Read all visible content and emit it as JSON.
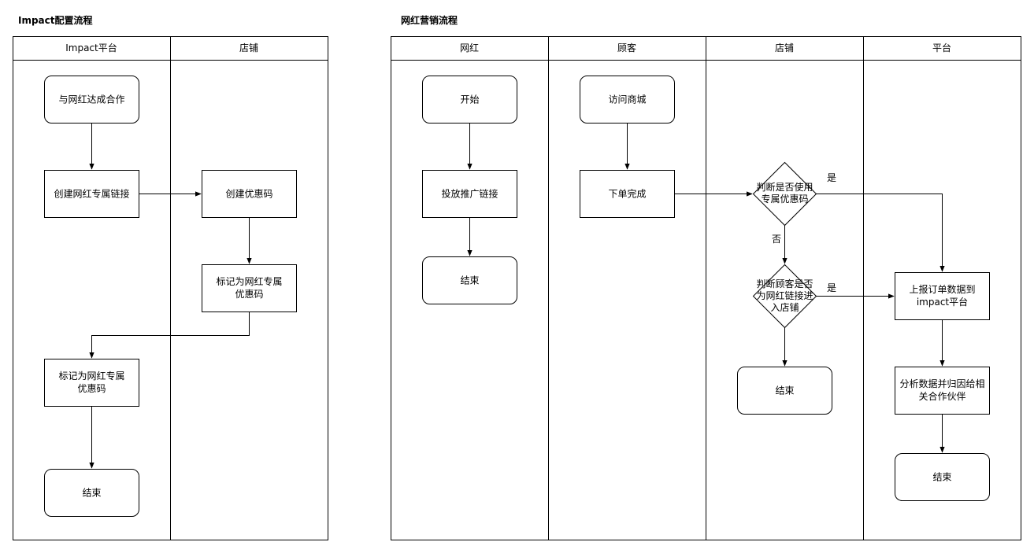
{
  "diagrams": [
    {
      "title": "Impact配置流程",
      "lanes": [
        "Impact平台",
        "店铺"
      ],
      "nodes": {
        "reach_agreement": [
          "与网红达成合作"
        ],
        "create_link": [
          "创建网红专属链接"
        ],
        "create_coupon": [
          "创建优惠码"
        ],
        "mark_coupon_store": [
          "标记为网红专属",
          "优惠码"
        ],
        "mark_coupon_platform": [
          "标记为网红专属",
          "优惠码"
        ],
        "end": [
          "结束"
        ]
      }
    },
    {
      "title": "网红营销流程",
      "lanes": [
        "网红",
        "顾客",
        "店铺",
        "平台"
      ],
      "nodes": {
        "start": [
          "开始"
        ],
        "post_link": [
          "投放推广链接"
        ],
        "influencer_end": [
          "结束"
        ],
        "visit_mall": [
          "访问商城"
        ],
        "place_order": [
          "下单完成"
        ],
        "check_coupon": [
          "判断是否使用",
          "专属优惠码"
        ],
        "check_link": [
          "判断顾客是否",
          "为网红链接进",
          "入店铺"
        ],
        "store_end": [
          "结束"
        ],
        "report_order": [
          "上报订单数据到",
          "impact平台"
        ],
        "analyze": [
          "分析数据并归因给相",
          "关合作伙伴"
        ],
        "platform_end": [
          "结束"
        ]
      },
      "edge_labels": {
        "yes": "是",
        "no": "否"
      }
    }
  ]
}
